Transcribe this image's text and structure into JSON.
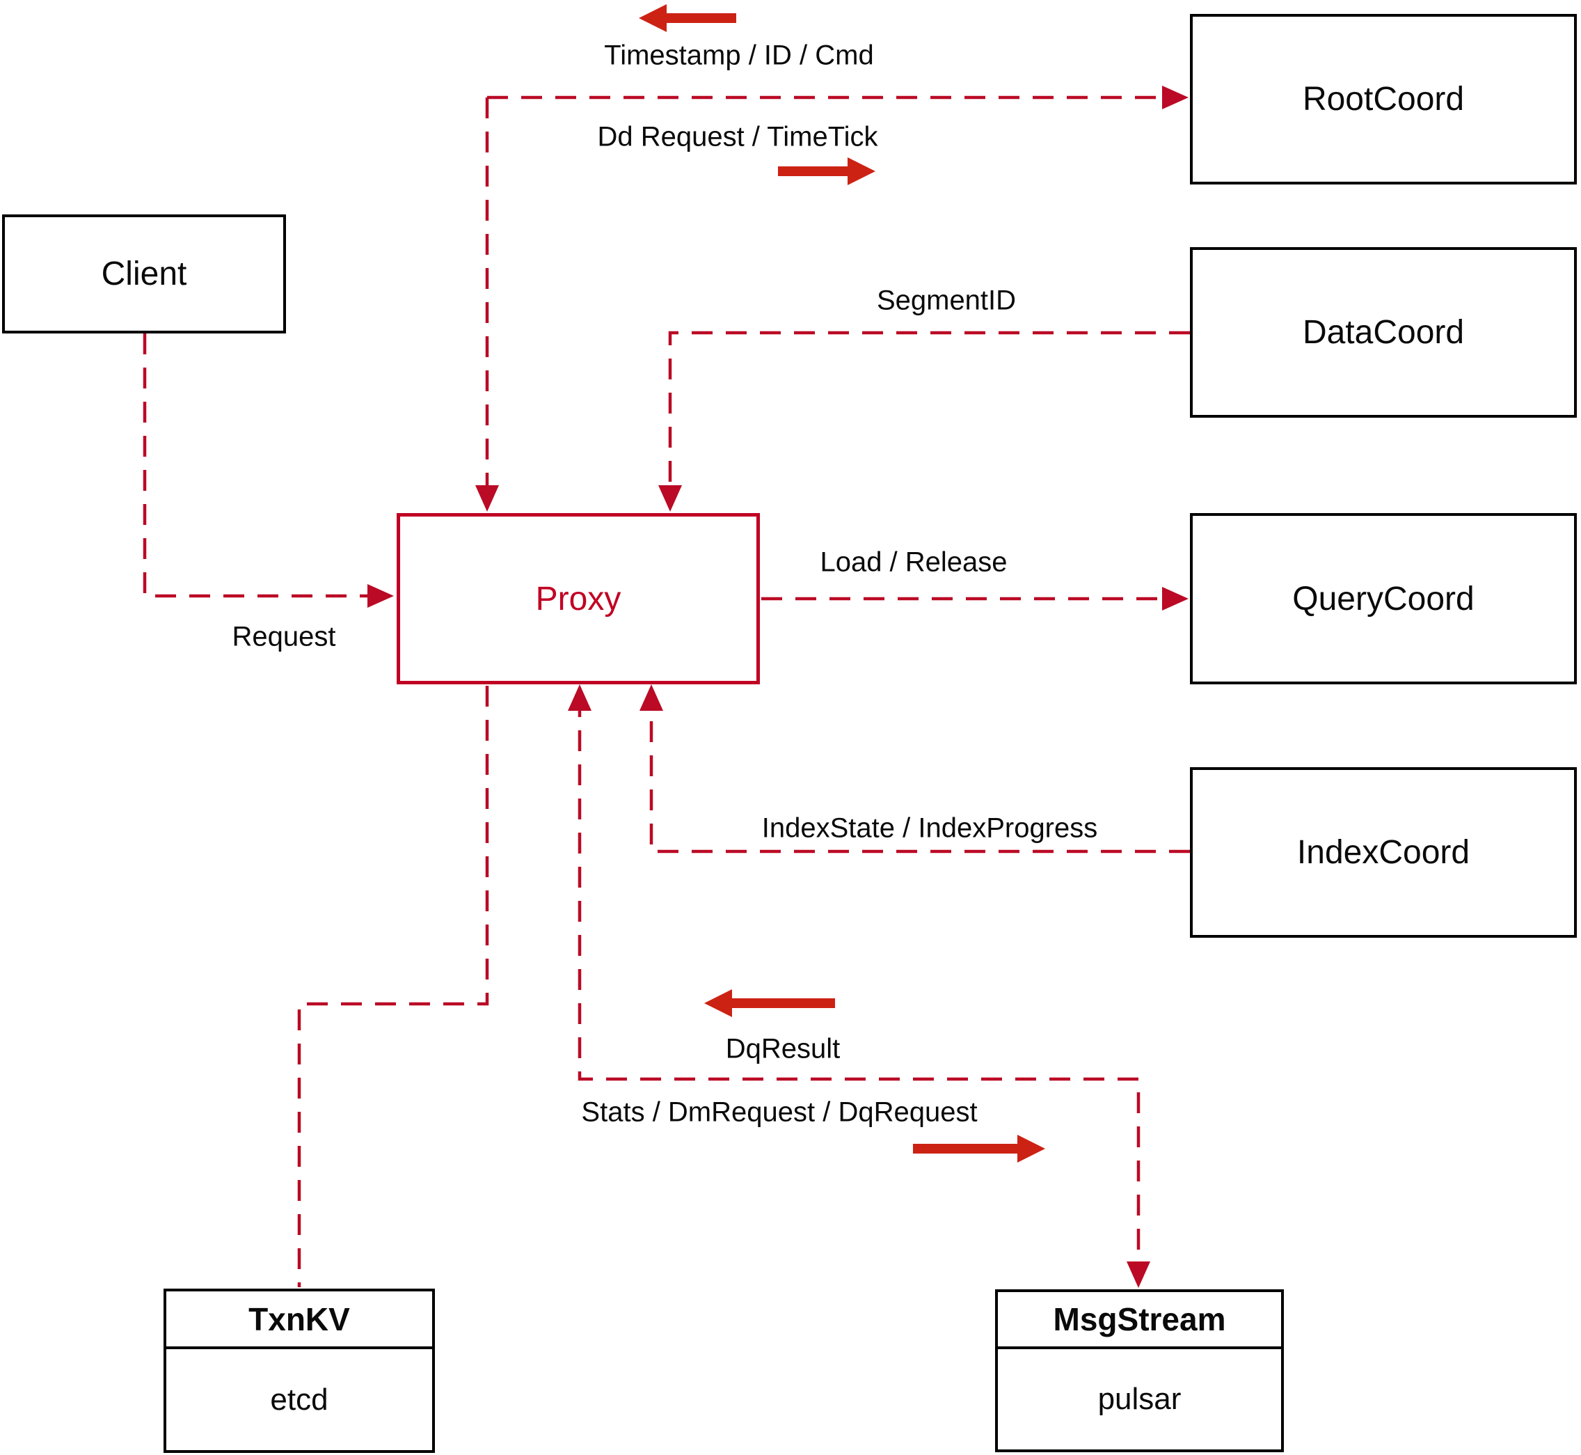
{
  "diagram": {
    "nodes": {
      "client": {
        "label": "Client"
      },
      "proxy": {
        "label": "Proxy"
      },
      "rootcoord": {
        "label": "RootCoord"
      },
      "datacoord": {
        "label": "DataCoord"
      },
      "querycoord": {
        "label": "QueryCoord"
      },
      "indexcoord": {
        "label": "IndexCoord"
      },
      "txnkv": {
        "title": "TxnKV",
        "subtitle": "etcd"
      },
      "msgstream": {
        "title": "MsgStream",
        "subtitle": "pulsar"
      }
    },
    "edge_labels": {
      "timestamp_id_cmd": "Timestamp / ID / Cmd",
      "dd_request_timetick": "Dd Request / TimeTick",
      "segment_id": "SegmentID",
      "load_release": "Load / Release",
      "index_state_progress": "IndexState / IndexProgress",
      "request": "Request",
      "dq_result": "DqResult",
      "stats_dm_dq": "Stats / DmRequest / DqRequest"
    },
    "edges": [
      {
        "from": "proxy",
        "to": "rootcoord",
        "labels": [
          "Timestamp / ID / Cmd",
          "Dd Request / TimeTick"
        ],
        "direction": "bidirectional",
        "style": "dashed"
      },
      {
        "from": "datacoord",
        "to": "proxy",
        "labels": [
          "SegmentID"
        ],
        "direction": "to-proxy",
        "style": "dashed"
      },
      {
        "from": "client",
        "to": "proxy",
        "labels": [
          "Request"
        ],
        "direction": "to-proxy",
        "style": "dashed"
      },
      {
        "from": "proxy",
        "to": "querycoord",
        "labels": [
          "Load / Release"
        ],
        "direction": "to-querycoord",
        "style": "dashed"
      },
      {
        "from": "indexcoord",
        "to": "proxy",
        "labels": [
          "IndexState / IndexProgress"
        ],
        "direction": "to-proxy",
        "style": "dashed"
      },
      {
        "from": "proxy",
        "to": "txnkv",
        "labels": [],
        "direction": "none",
        "style": "dashed"
      },
      {
        "from": "proxy",
        "to": "msgstream",
        "labels": [
          "DqResult",
          "Stats / DmRequest / DqRequest"
        ],
        "direction": "bidirectional",
        "style": "dashed"
      }
    ],
    "icons": {
      "direction_arrow_left": "left-pointing solid arrow",
      "direction_arrow_right": "right-pointing solid arrow",
      "dashed_arrowhead": "filled triangle arrowhead"
    },
    "colors": {
      "line_red": "#bb0a25",
      "arrow_red": "#cc2214",
      "proxy_red": "#c00023",
      "box_border": "#000000",
      "text": "#0a0a0a",
      "background": "#ffffff"
    }
  }
}
